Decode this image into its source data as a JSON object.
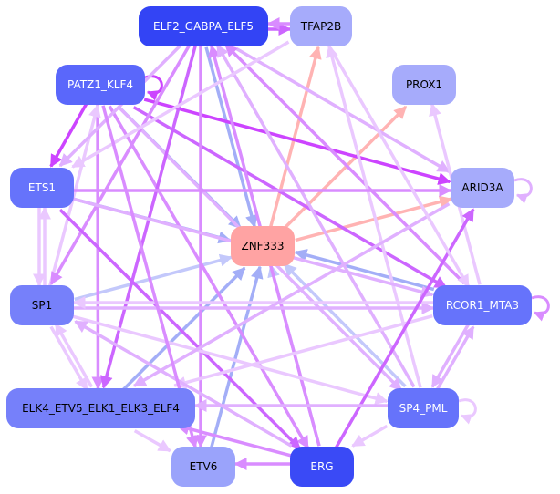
{
  "graph": {
    "colors": {
      "node_dark": "#3344f5",
      "node_mid": "#6673fb",
      "node_mid2": "#7680fa",
      "node_light": "#9aa3fb",
      "node_lighter": "#a6abfb",
      "node_center": "#ffa3a3",
      "edge_strong_purple": "#cc44ff",
      "edge_purple": "#d98cff",
      "edge_light_purple": "#eac8ff",
      "edge_blue": "#a3aef7",
      "edge_light_blue": "#c3c8fb",
      "edge_salmon": "#ffb3b3"
    },
    "nodes": [
      {
        "id": "ELF2_GABPA_ELF5",
        "label": "ELF2_GABPA_ELF5",
        "fill": "#3344f5",
        "text": "#ffffff"
      },
      {
        "id": "TFAP2B",
        "label": "TFAP2B",
        "fill": "#a6abfb",
        "text": "#000000"
      },
      {
        "id": "PATZ1_KLF4",
        "label": "PATZ1_KLF4",
        "fill": "#5a67fb",
        "text": "#ffffff"
      },
      {
        "id": "PROX1",
        "label": "PROX1",
        "fill": "#a6abfb",
        "text": "#000000"
      },
      {
        "id": "ETS1",
        "label": "ETS1",
        "fill": "#6673fb",
        "text": "#ffffff"
      },
      {
        "id": "ARID3A",
        "label": "ARID3A",
        "fill": "#a6abfb",
        "text": "#000000"
      },
      {
        "id": "ZNF333",
        "label": "ZNF333",
        "fill": "#ffa3a3",
        "text": "#000000"
      },
      {
        "id": "SP1",
        "label": "SP1",
        "fill": "#7680fa",
        "text": "#000000"
      },
      {
        "id": "RCOR1_MTA3",
        "label": "RCOR1_MTA3",
        "fill": "#6673fb",
        "text": "#ffffff"
      },
      {
        "id": "ELK4_ETV5_ELK1_ELK3_ELF4",
        "label": "ELK4_ETV5_ELK1_ELK3_ELF4",
        "fill": "#7680fa",
        "text": "#000000"
      },
      {
        "id": "SP4_PML",
        "label": "SP4_PML",
        "fill": "#6673fb",
        "text": "#ffffff"
      },
      {
        "id": "ETV6",
        "label": "ETV6",
        "fill": "#9aa3fb",
        "text": "#000000"
      },
      {
        "id": "ERG",
        "label": "ERG",
        "fill": "#3a4af6",
        "text": "#ffffff"
      }
    ],
    "edges": [
      {
        "from": "ELF2_GABPA_ELF5",
        "to": "TFAP2B",
        "color": "#cc66ff"
      },
      {
        "from": "TFAP2B",
        "to": "ELF2_GABPA_ELF5",
        "color": "#d98cff"
      },
      {
        "from": "PATZ1_KLF4",
        "to": "PATZ1_KLF4",
        "color": "#cc44ff",
        "self": true
      },
      {
        "from": "ARID3A",
        "to": "ARID3A",
        "color": "#e0b0ff",
        "self": true
      },
      {
        "from": "RCOR1_MTA3",
        "to": "RCOR1_MTA3",
        "color": "#d98cff",
        "self": true
      },
      {
        "from": "SP4_PML",
        "to": "SP4_PML",
        "color": "#eac8ff",
        "self": true
      },
      {
        "from": "ZNF333",
        "to": "TFAP2B",
        "color": "#ffb3b3"
      },
      {
        "from": "ZNF333",
        "to": "PROX1",
        "color": "#ffb3b3"
      },
      {
        "from": "ZNF333",
        "to": "ARID3A",
        "color": "#ffb3b3"
      },
      {
        "from": "ELF2_GABPA_ELF5",
        "to": "ZNF333",
        "color": "#a3aef7"
      },
      {
        "from": "PATZ1_KLF4",
        "to": "ZNF333",
        "color": "#a3aef7"
      },
      {
        "from": "ETS1",
        "to": "ZNF333",
        "color": "#a3aef7"
      },
      {
        "from": "SP1",
        "to": "ZNF333",
        "color": "#c3c8fb"
      },
      {
        "from": "ELK4_ETV5_ELK1_ELK3_ELF4",
        "to": "ZNF333",
        "color": "#a3aef7"
      },
      {
        "from": "ETV6",
        "to": "ZNF333",
        "color": "#a3aef7"
      },
      {
        "from": "ERG",
        "to": "ZNF333",
        "color": "#c3c8fb"
      },
      {
        "from": "SP4_PML",
        "to": "ZNF333",
        "color": "#c3c8fb"
      },
      {
        "from": "RCOR1_MTA3",
        "to": "ZNF333",
        "color": "#a3aef7"
      },
      {
        "from": "PATZ1_KLF4",
        "to": "ARID3A",
        "color": "#cc44ff"
      },
      {
        "from": "PATZ1_KLF4",
        "to": "RCOR1_MTA3",
        "color": "#cc66ff"
      },
      {
        "from": "PATZ1_KLF4",
        "to": "ETS1",
        "color": "#cc44ff"
      },
      {
        "from": "PATZ1_KLF4",
        "to": "ELK4_ETV5_ELK1_ELK3_ELF4",
        "color": "#d98cff"
      },
      {
        "from": "PATZ1_KLF4",
        "to": "ERG",
        "color": "#d98cff"
      },
      {
        "from": "PATZ1_KLF4",
        "to": "SP4_PML",
        "color": "#e0b0ff"
      },
      {
        "from": "SP1",
        "to": "PATZ1_KLF4",
        "color": "#eac8ff"
      },
      {
        "from": "ELF2_GABPA_ELF5",
        "to": "SP1",
        "color": "#d98cff"
      },
      {
        "from": "ELF2_GABPA_ELF5",
        "to": "ETS1",
        "color": "#e0b0ff"
      },
      {
        "from": "ELF2_GABPA_ELF5",
        "to": "ELK4_ETV5_ELK1_ELK3_ELF4",
        "color": "#cc66ff"
      },
      {
        "from": "ELF2_GABPA_ELF5",
        "to": "ETV6",
        "color": "#d98cff"
      },
      {
        "from": "ELF2_GABPA_ELF5",
        "to": "ARID3A",
        "color": "#e0b0ff"
      },
      {
        "from": "RCOR1_MTA3",
        "to": "ELF2_GABPA_ELF5",
        "color": "#d98cff"
      },
      {
        "from": "ERG",
        "to": "ELF2_GABPA_ELF5",
        "color": "#d98cff"
      },
      {
        "from": "SP4_PML",
        "to": "ELF2_GABPA_ELF5",
        "color": "#e0b0ff"
      },
      {
        "from": "TFAP2B",
        "to": "ETS1",
        "color": "#eac8ff"
      },
      {
        "from": "SP4_PML",
        "to": "TFAP2B",
        "color": "#eac8ff"
      },
      {
        "from": "RCOR1_MTA3",
        "to": "PROX1",
        "color": "#eac8ff"
      },
      {
        "from": "ETS1",
        "to": "ARID3A",
        "color": "#d98cff"
      },
      {
        "from": "ETS1",
        "to": "SP1",
        "color": "#eac8ff"
      },
      {
        "from": "SP1",
        "to": "ETS1",
        "color": "#eac8ff"
      },
      {
        "from": "ETS1",
        "to": "ERG",
        "color": "#cc66ff"
      },
      {
        "from": "ETS1",
        "to": "RCOR1_MTA3",
        "color": "#e0b0ff"
      },
      {
        "from": "SP1",
        "to": "RCOR1_MTA3",
        "color": "#e0b0ff"
      },
      {
        "from": "SP1",
        "to": "ELK4_ETV5_ELK1_ELK3_ELF4",
        "color": "#eac8ff"
      },
      {
        "from": "SP1",
        "to": "SP4_PML",
        "color": "#eac8ff"
      },
      {
        "from": "RCOR1_MTA3",
        "to": "SP1",
        "color": "#eac8ff"
      },
      {
        "from": "RCOR1_MTA3",
        "to": "SP4_PML",
        "color": "#e0b0ff"
      },
      {
        "from": "SP4_PML",
        "to": "RCOR1_MTA3",
        "color": "#e0b0ff"
      },
      {
        "from": "RCOR1_MTA3",
        "to": "ELK4_ETV5_ELK1_ELK3_ELF4",
        "color": "#eac8ff"
      },
      {
        "from": "ERG",
        "to": "ARID3A",
        "color": "#cc66ff"
      },
      {
        "from": "ERG",
        "to": "ETV6",
        "color": "#d98cff"
      },
      {
        "from": "ERG",
        "to": "ELK4_ETV5_ELK1_ELK3_ELF4",
        "color": "#d98cff"
      },
      {
        "from": "ERG",
        "to": "SP1",
        "color": "#e0b0ff"
      },
      {
        "from": "SP4_PML",
        "to": "ERG",
        "color": "#eac8ff"
      },
      {
        "from": "SP4_PML",
        "to": "ELK4_ETV5_ELK1_ELK3_ELF4",
        "color": "#e0b0ff"
      },
      {
        "from": "ELK4_ETV5_ELK1_ELK3_ELF4",
        "to": "ETV6",
        "color": "#eac8ff"
      },
      {
        "from": "ELK4_ETV5_ELK1_ELK3_ELF4",
        "to": "SP1",
        "color": "#eac8ff"
      },
      {
        "from": "ARID3A",
        "to": "ELK4_ETV5_ELK1_ELK3_ELF4",
        "color": "#e0b0ff"
      },
      {
        "from": "PATZ1_KLF4",
        "to": "ETV6",
        "color": "#d98cff"
      },
      {
        "from": "TFAP2B",
        "to": "RCOR1_MTA3",
        "color": "#eac8ff"
      }
    ]
  }
}
